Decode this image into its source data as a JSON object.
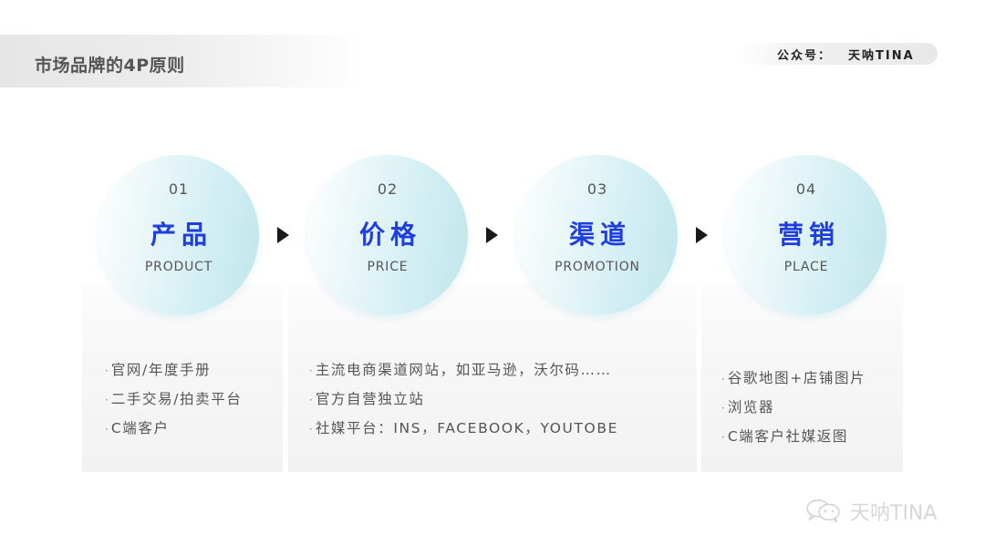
{
  "header": {
    "title": "市场品牌的4P原则",
    "account_label": "公众号：",
    "account_name": "天呐TINA"
  },
  "steps": [
    {
      "number": "01",
      "title_cn": "产品",
      "title_en": "PRODUCT"
    },
    {
      "number": "02",
      "title_cn": "价格",
      "title_en": "PRICE"
    },
    {
      "number": "03",
      "title_cn": "渠道",
      "title_en": "PROMOTION"
    },
    {
      "number": "04",
      "title_cn": "营销",
      "title_en": "PLACE"
    }
  ],
  "panels": [
    {
      "items": [
        "官网/年度手册",
        "二手交易/拍卖平台",
        "C端客户"
      ]
    },
    {
      "items": [
        "主流电商渠道网站，如亚马逊，沃尔码……",
        "官方自营独立站",
        "社媒平台：INS，FACEBOOK，YOUTOBE"
      ]
    },
    {
      "items": [
        "谷歌地图+店铺图片",
        "浏览器",
        "C端客户社媒返图"
      ]
    }
  ],
  "bullet_char": "·",
  "watermark": {
    "icon": "wechat-icon",
    "text": "天呐TINA"
  },
  "colors": {
    "accent_blue": "#1f3de0",
    "circle_teal": "#c0e6ec",
    "text_gray": "#555555"
  }
}
